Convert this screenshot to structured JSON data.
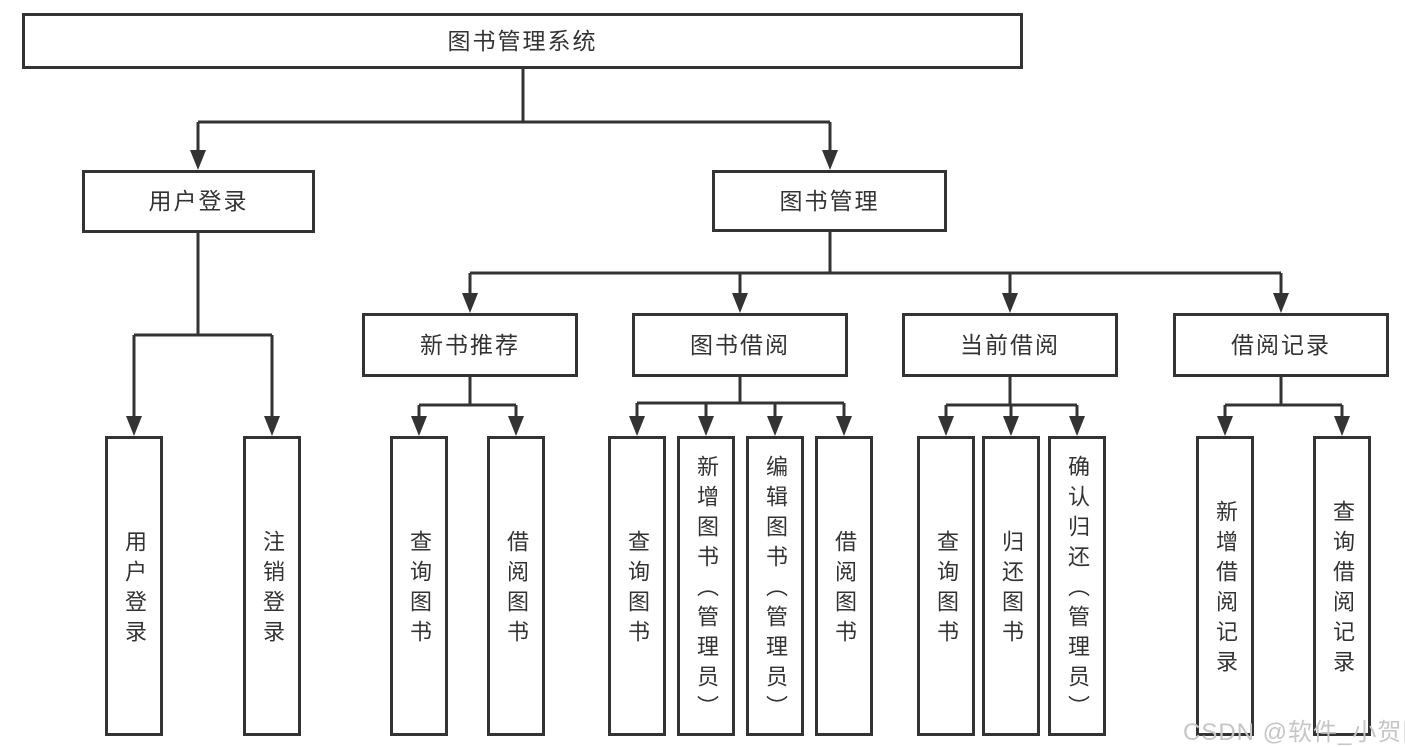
{
  "diagram": {
    "title": "图书管理系统",
    "type": "hierarchy-tree",
    "colors": {
      "line": "#333333",
      "box_border": "#333333",
      "box_fill": "#ffffff",
      "text": "#333333",
      "watermark_text": "#c6c6c6",
      "background": "#ffffff"
    },
    "nodes": {
      "root": "图书管理系统",
      "level2": [
        "用户登录",
        "图书管理"
      ],
      "level3": [
        "新书推荐",
        "图书借阅",
        "当前借阅",
        "借阅记录"
      ],
      "leaves_user_login": [
        "用户登录",
        "注销登录"
      ],
      "leaves_new_book": [
        "查询图书",
        "借阅图书"
      ],
      "leaves_book_borrow": [
        "查询图书",
        "新增图书（管理员）",
        "编辑图书（管理员）",
        "借阅图书"
      ],
      "leaves_current_borrow": [
        "查询图书",
        "归还图书",
        "确认归还（管理员）"
      ],
      "leaves_borrow_record": [
        "新增借阅记录",
        "查询借阅记录"
      ]
    },
    "watermark": "CSDN @软件_小贺同学"
  }
}
